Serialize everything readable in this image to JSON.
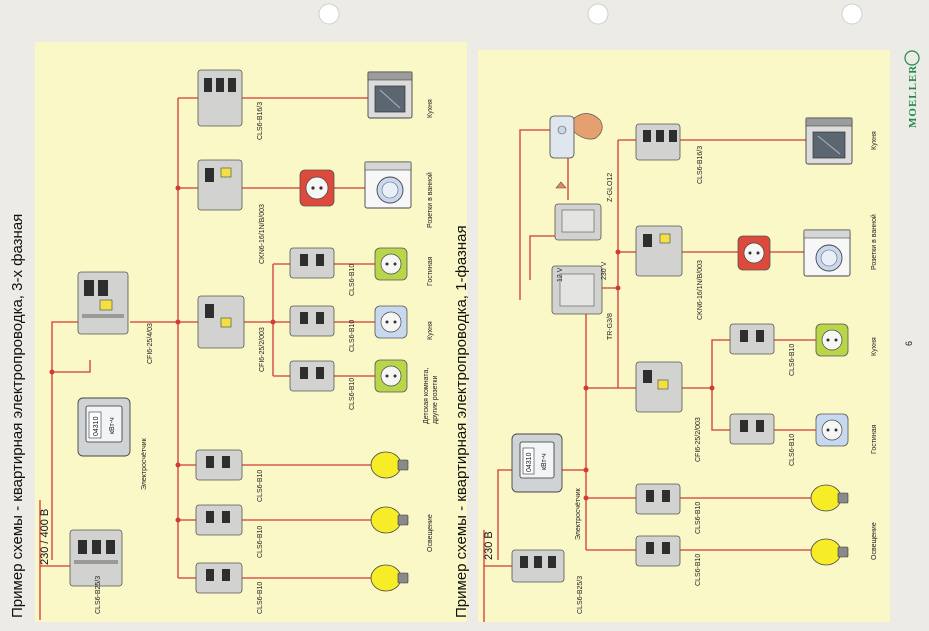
{
  "brand": {
    "name": "MOELLER",
    "page_number": "6"
  },
  "left_panel": {
    "title": "Пример схемы - квартирная электропроводка, 3-х фазная",
    "voltage": "230 / 400 В",
    "main_breaker": "CLS6-B25/3",
    "meter_label": "Электросчётчик",
    "meter_unit": "кВт-ч",
    "meter_reading": "04310",
    "main_rcd": "CFI6-25/4/03",
    "rcd_group": "CFI6-25/2/003",
    "breakers": {
      "stove": "CLS6-B16/3",
      "bath_rcbo": "CKN6-16/1N/B/003",
      "living": "CLS6-B10",
      "kitchen": "CLS6-B10",
      "kids": "CLS6-B10",
      "light1": "CLS6-B10",
      "light2": "CLS6-B10",
      "light3": "CLS6-B10"
    },
    "loads": {
      "stove": "Кухня",
      "bath": "Розетки в ванной",
      "living": "Гостиная",
      "kitchen": "Кухня",
      "kids_line1": "Детская комната,",
      "kids_line2": "другие розетки",
      "lighting": "Освещение"
    }
  },
  "right_panel": {
    "title": "Пример схемы - квартирная электропроводка, 1-фазная",
    "voltage": "230 В",
    "main_breaker": "CLS6-B25/3",
    "meter_label": "Электросчётчик",
    "meter_unit": "кВт-ч",
    "meter_reading": "04310",
    "transformer": "TR-G3/8",
    "transformer_v_out": "12 V",
    "transformer_v_in": "230 V",
    "doorbell": "Z-GLO12",
    "rcd_group": "CFI6-25/2/003",
    "breakers": {
      "stove": "CLS6-B16/3",
      "bath_rcbo": "CKN6-16/1N/B/003",
      "kitchen": "CLS6-B10",
      "living": "CLS6-B10",
      "light1": "CLS6-B10",
      "light2": "CLS6-B10"
    },
    "loads": {
      "stove": "Кухня",
      "bath": "Розетки в ванной",
      "kitchen": "Кухня",
      "living": "Гостиная",
      "lighting": "Освещение"
    }
  },
  "colors": {
    "panel": "#fbf8c7",
    "wire": "#d23a33",
    "brand": "#1f8a4a"
  }
}
